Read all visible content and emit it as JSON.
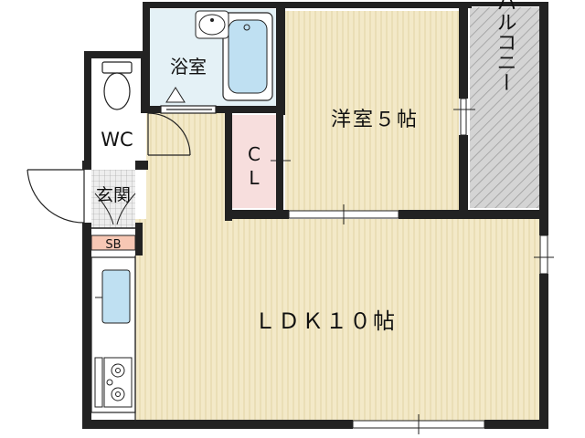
{
  "rooms": {
    "bath": "浴室",
    "wc": "WC",
    "closet_top": "C",
    "closet_bottom": "L",
    "western": "洋室５帖",
    "balcony": "バルコニー",
    "entrance": "玄関",
    "shoe_box": "SB",
    "ldk": "ＬＤＫ１０帖"
  },
  "colors": {
    "floor": "#f3e9c8",
    "floor_grain": "#e2d3a4",
    "bath": "#e4f1f6",
    "bath_fixture": "#bfe0f2",
    "closet": "#f7dedd",
    "balcony": "#d4d4d4",
    "entrance_tile": "#eeeeee",
    "shoe_box": "#f7c7b4",
    "wall": "#222222"
  }
}
